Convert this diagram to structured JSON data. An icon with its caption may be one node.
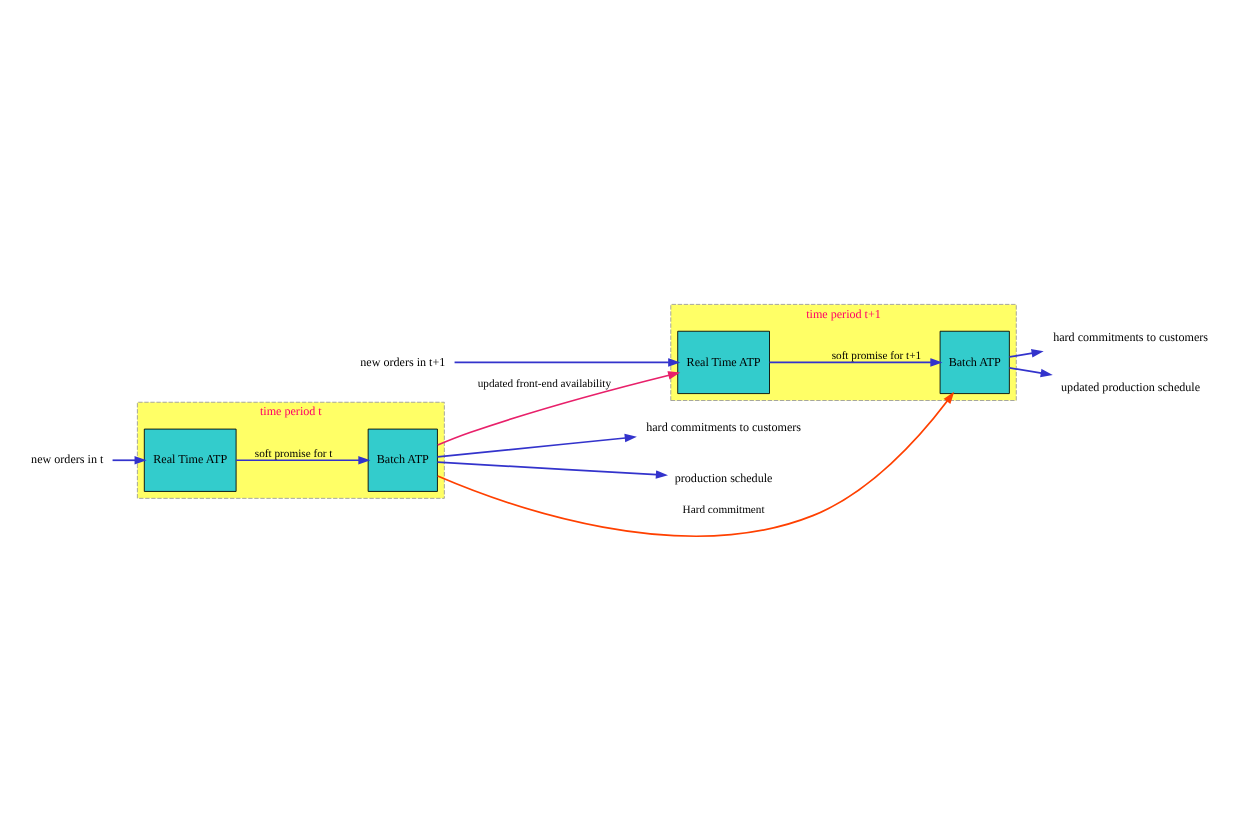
{
  "diagram": {
    "nodes": [
      {
        "text": [
          "time period t"
        ]
      },
      {
        "text": [
          "Real Time ATP"
        ],
        "in": 0
      },
      {
        "text": [
          "Batch ATP"
        ],
        "in": 0
      },
      {
        "text": [
          "new orders in t"
        ]
      },
      {
        "text": [
          "hard commitments to customers"
        ]
      },
      {
        "text": [
          "production schedule"
        ]
      },
      {
        "text": [
          "time period t+1"
        ]
      },
      {
        "text": [
          "Real Time ATP"
        ],
        "in": 6
      },
      {
        "text": [
          "Batch ATP"
        ],
        "in": 6
      },
      {
        "text": [
          "new orders in t+1"
        ]
      },
      {
        "text": [
          "hard commitments to customers"
        ]
      },
      {
        "text": [
          "updated production schedule"
        ]
      }
    ],
    "edges": [
      {
        "from": 3,
        "to": 1,
        "arrow": "to"
      },
      {
        "from": 1,
        "to": 2,
        "arrow": "to",
        "label": "soft promise for t"
      },
      {
        "from": 2,
        "to": 4,
        "arrow": "to"
      },
      {
        "from": 2,
        "to": 5,
        "arrow": "to"
      },
      {
        "from": 2,
        "to": 7,
        "arrow": "to",
        "label": "updated front-end availability",
        "color": "#e8206a"
      },
      {
        "from": 2,
        "to": 8,
        "arrow": "to",
        "label": "Hard commitment",
        "color": "#ff4000"
      },
      {
        "from": 9,
        "to": 7,
        "arrow": "to"
      },
      {
        "from": 7,
        "to": 8,
        "arrow": "to",
        "label": "soft promise for t+1"
      },
      {
        "from": 8,
        "to": 10,
        "arrow": "to"
      },
      {
        "from": 8,
        "to": 11,
        "arrow": "to"
      }
    ]
  }
}
